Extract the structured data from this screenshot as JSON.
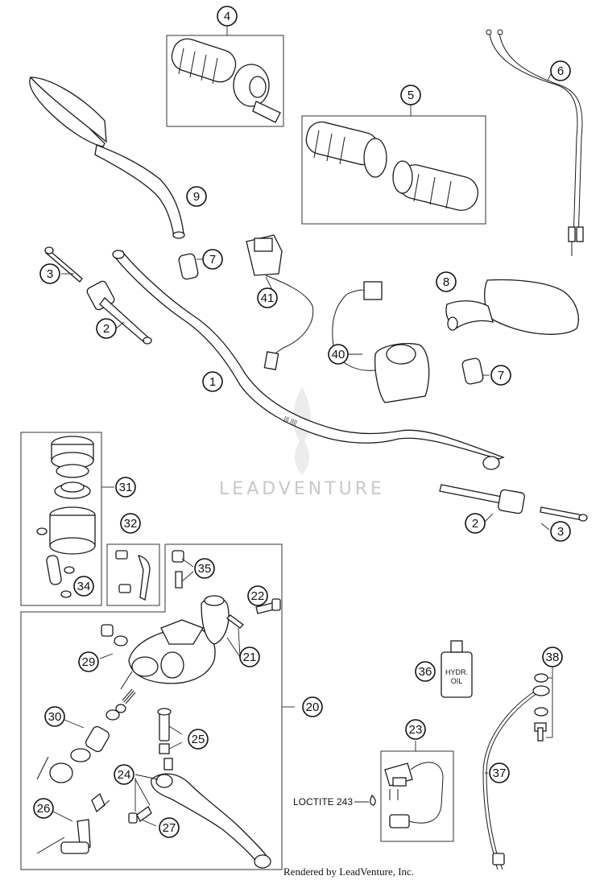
{
  "callouts": {
    "c1": "1",
    "c2a": "2",
    "c2b": "2",
    "c3a": "3",
    "c3b": "3",
    "c4": "4",
    "c5": "5",
    "c6": "6",
    "c7a": "7",
    "c7b": "7",
    "c8": "8",
    "c9": "9",
    "c20": "20",
    "c21": "21",
    "c22": "22",
    "c23": "23",
    "c24": "24",
    "c25": "25",
    "c26": "26",
    "c27": "27",
    "c29": "29",
    "c30": "30",
    "c31": "31",
    "c32": "32",
    "c34": "34",
    "c35": "35",
    "c36": "36",
    "c37": "37",
    "c38": "38",
    "c40": "40",
    "c41": "41"
  },
  "labels": {
    "loctite": "LOCTITE 243",
    "oil_line1": "HYDR.",
    "oil_line2": "OIL"
  },
  "watermark": "LEADVENTURE",
  "footer": "Rendered by LeadVenture, Inc."
}
